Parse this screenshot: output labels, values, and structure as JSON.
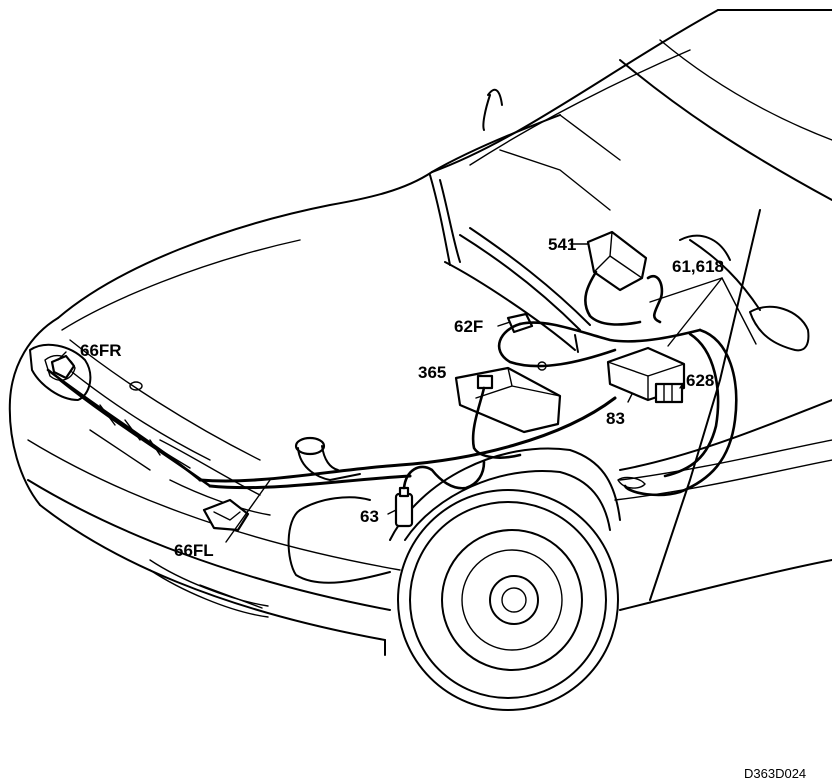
{
  "callouts": {
    "c541": "541",
    "c61618": "61,618",
    "c62F": "62F",
    "c365": "365",
    "c628": "628",
    "c83": "83",
    "c66FR": "66FR",
    "c66FL": "66FL",
    "c63": "63"
  },
  "reference_code": "D363D024"
}
